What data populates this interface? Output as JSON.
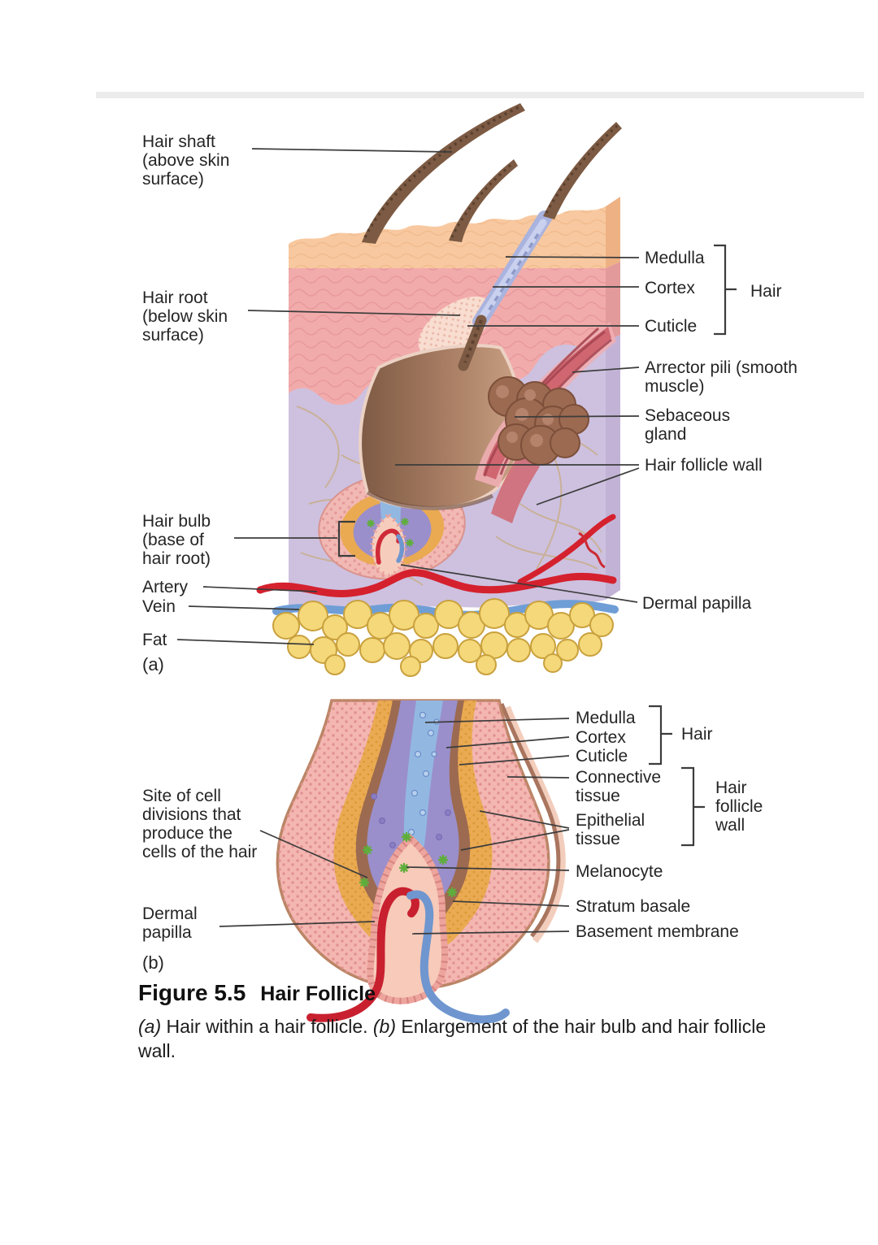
{
  "figure": {
    "number": "Figure 5.5",
    "title": "Hair Follicle",
    "caption_a_tag": "(a)",
    "caption_a_text": " Hair within a hair follicle. ",
    "caption_b_tag": "(b)",
    "caption_b_text": " Enlargement of the hair bulb and hair follicle wall."
  },
  "panel_a": {
    "tag": "(a)",
    "labels": {
      "hair_shaft": "Hair shaft (above skin surface)",
      "hair_root": "Hair root (below skin surface)",
      "hair_bulb": "Hair bulb (base of hair root)",
      "artery": "Artery",
      "vein": "Vein",
      "fat": "Fat",
      "medulla": "Medulla",
      "cortex": "Cortex",
      "cuticle": "Cuticle",
      "hair_bracket": "Hair",
      "arrector_pili": "Arrector pili (smooth muscle)",
      "sebaceous_gland": "Sebaceous gland",
      "hair_follicle_wall": "Hair follicle wall",
      "dermal_papilla": "Dermal papilla"
    }
  },
  "panel_b": {
    "tag": "(b)",
    "labels": {
      "site_of_cell_divisions": "Site of cell divisions that produce the cells of the hair",
      "dermal_papilla": "Dermal papilla",
      "medulla": "Medulla",
      "cortex": "Cortex",
      "cuticle": "Cuticle",
      "hair_bracket": "Hair",
      "connective_tissue": "Connective tissue",
      "epithelial_tissue": "Epithelial tissue",
      "hair_follicle_wall": "Hair follicle wall",
      "melanocyte": "Melanocyte",
      "stratum_basale": "Stratum basale",
      "basement_membrane": "Basement membrane"
    }
  },
  "colors": {
    "epidermis": "#f8c9a0",
    "dermis": "#f2abab",
    "hypodermis": "#cdc1df",
    "hair_brown": "#7d5a43",
    "follicle_wall": "#b08468",
    "sebaceous_gland": "#9b6a51",
    "arrector_pili_muscle": "#cf6670",
    "artery_red": "#d5212e",
    "vein_blue": "#6f9ed6",
    "fat_yellow": "#f4d879",
    "gold_layer": "#eaaa52",
    "purple_layer": "#9a8fcb",
    "blue_medulla": "#92b8e2",
    "papilla_pink": "#f7cab9",
    "melanocyte_green": "#6cbb45",
    "leader_line": "#3c3c3c"
  }
}
